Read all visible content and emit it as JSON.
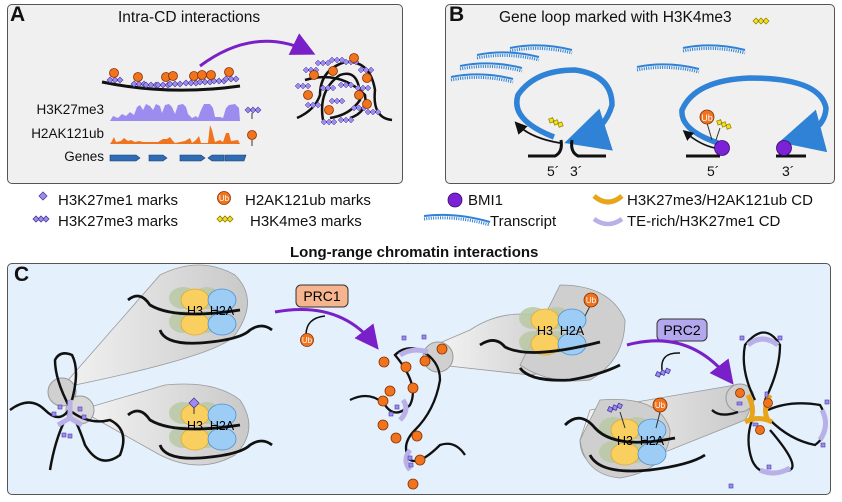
{
  "panels": {
    "A": {
      "label": "A",
      "title": "Intra-CD interactions",
      "tracks": [
        "H3K27me3",
        "H2AK121ub",
        "Genes"
      ]
    },
    "B": {
      "label": "B",
      "title": "Gene loop marked with H3K4me3",
      "left_ends": [
        "5´",
        "3´"
      ],
      "right_ends": [
        "5´",
        "3´"
      ],
      "ub_label": "Ub"
    },
    "C": {
      "label": "C",
      "section_title": "Long-range chromatin interactions",
      "prc1_label": "PRC1",
      "prc2_label": "PRC2",
      "histone_labels": [
        "H3",
        "H2A"
      ],
      "ub_label": "Ub"
    }
  },
  "legend": [
    {
      "icon": "h3k27me1-diamond-icon",
      "label": "H3K27me1 marks"
    },
    {
      "icon": "h2ak121ub-ub-icon",
      "label": "H2AK121ub marks"
    },
    {
      "icon": "bmi1-circle-icon",
      "label": "BMI1"
    },
    {
      "icon": "h3k27me3-h2ak121ub-cd-icon",
      "label": "H3K27me3/H2AK121ub CD"
    },
    {
      "icon": "h3k27me3-triple-diamond-icon",
      "label": "H3K27me3 marks"
    },
    {
      "icon": "h3k4me3-triple-diamond-icon",
      "label": "H3K4me3 marks"
    },
    {
      "icon": "transcript-icon",
      "label": "Transcript"
    },
    {
      "icon": "te-rich-cd-icon",
      "label": "TE-rich/H3K27me1 CD"
    }
  ],
  "colors": {
    "h3k27me3": "#9d8cf0",
    "h2ak121ub": "#f0731e",
    "genes": "#2e6db4",
    "transcript": "#2f82d6",
    "bmi1": "#7b22d6",
    "h3k4me3": "#f5e11a",
    "cd_yellow": "#e8a51a",
    "cd_lilac": "#b8b0e6",
    "arrow_purple": "#7a20c8",
    "prc1_fill": "#f6b58f",
    "prc2_fill": "#b3a8ee",
    "h3_yellow": "#f9cf60",
    "h2a_blue": "#9dcdf4",
    "histone_green": "#b9c9a4"
  }
}
